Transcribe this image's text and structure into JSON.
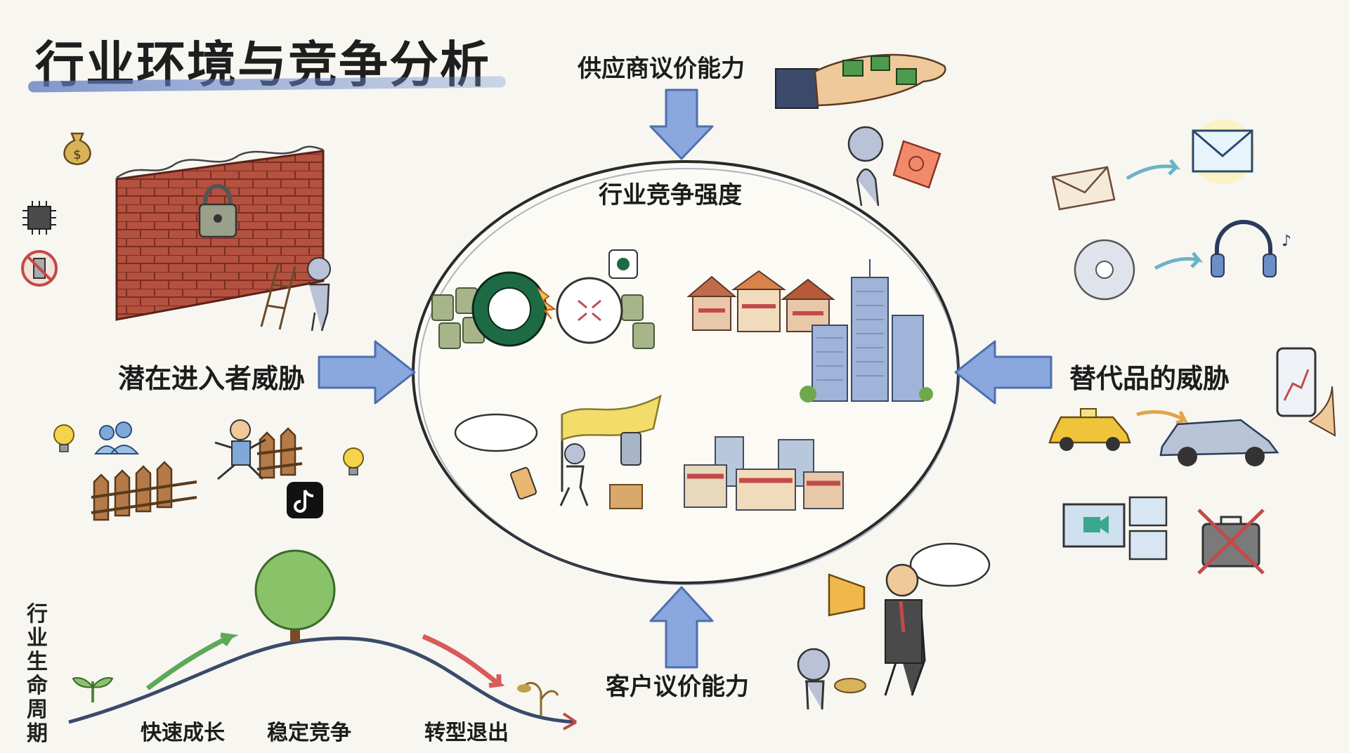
{
  "title": "行业环境与竞争分析",
  "forces": {
    "supplier": "供应商议价能力",
    "rivalry": "行业竞争强度",
    "new_entrants": "潜在进入者威胁",
    "substitutes": "替代品的威胁",
    "buyers": "客户议价能力"
  },
  "lifecycle": {
    "label": "行业生命周期",
    "stages": [
      "快速成长",
      "稳定竞争",
      "转型退出"
    ]
  },
  "colors": {
    "arrow_blue": "#7f9dd6",
    "arrow_blue_dark": "#4e6fae",
    "brick": "#b4513f",
    "tree_green": "#6fa84a",
    "wood": "#8a5a35",
    "taxi": "#f0c43a",
    "red_x": "#c24a4a"
  },
  "icons": [
    "money-bag-icon",
    "chip-icon",
    "no-phone-icon",
    "padlock-icon",
    "lightbulb-icon",
    "users-icon",
    "tiktok-icon",
    "envelope-icon",
    "cd-icon",
    "headphones-icon",
    "phone-map-icon",
    "taxi-icon",
    "car-icon",
    "video-call-icon",
    "suitcase-icon",
    "megaphone-icon"
  ]
}
